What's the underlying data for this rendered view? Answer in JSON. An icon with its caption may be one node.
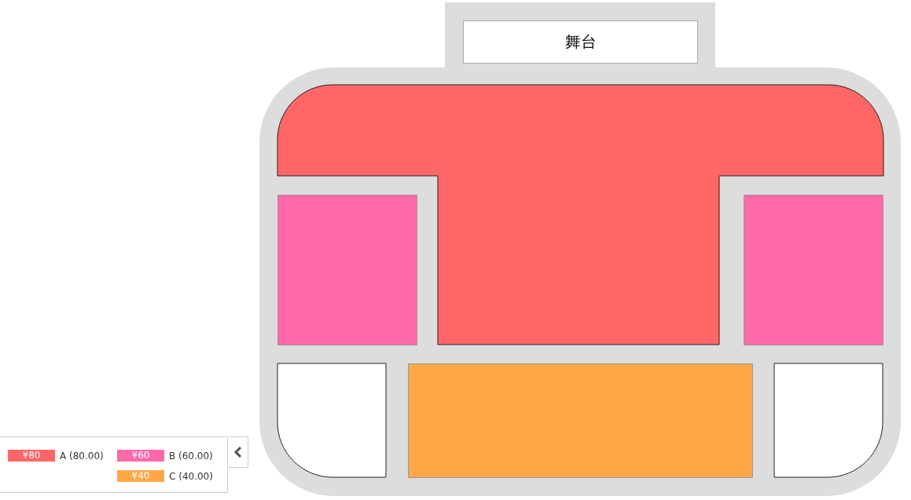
{
  "diagram": {
    "nodes": [
      {
        "text": [
          "舞台"
        ]
      },
      {
        "text": [],
        "shape": "box"
      },
      {
        "text": [],
        "shape": "box"
      },
      {
        "text": [],
        "shape": "box"
      },
      {
        "text": [],
        "shape": "box"
      },
      {
        "text": [],
        "shape": "box"
      },
      {
        "text": [],
        "shape": "box"
      }
    ],
    "labels": [
      "¥80",
      "¥60",
      "¥40"
    ],
    "legend": [
      {
        "text": "A (80.00)",
        "color": "#ff6666"
      },
      {
        "text": "B (60.00)",
        "color": "#ff69a8"
      },
      {
        "text": "C (40.00)",
        "color": "#ffa746"
      }
    ]
  }
}
